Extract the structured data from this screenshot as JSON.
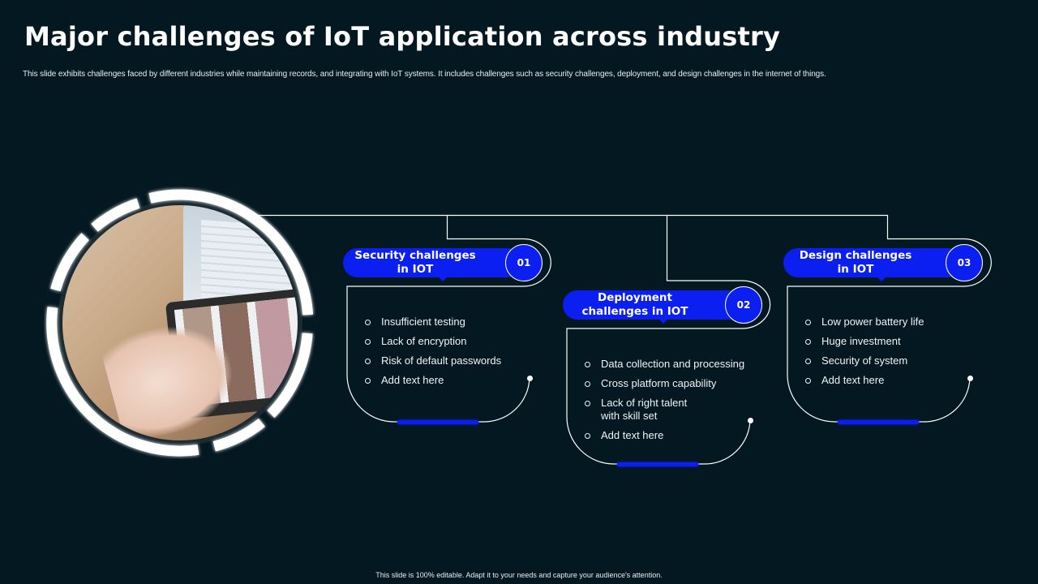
{
  "slide": {
    "title": "Major challenges of IoT application across industry",
    "subtitle": "This slide exhibits challenges faced by different industries while maintaining records, and integrating with IoT systems. It includes challenges such as security challenges, deployment, and design challenges in the internet of things.",
    "footer": "This slide is 100% editable. Adapt it to your needs and capture your audience's attention."
  },
  "colors": {
    "background": "#031821",
    "accent_blue": "#0a1ff0",
    "line": "#ffffff",
    "text": "#ffffff"
  },
  "image": {
    "alt": "hand-touching-tablet-photo",
    "icon": "photo-in-segmented-ring"
  },
  "categories": [
    {
      "number": "01",
      "title_line1": "Security challenges",
      "title_line2": "in IOT",
      "items": [
        "Insufficient  testing",
        "Lack of encryption",
        "Risk of default  passwords",
        "Add text here"
      ]
    },
    {
      "number": "02",
      "title_line1": "Deployment",
      "title_line2": "challenges in IOT",
      "items": [
        "Data collection and processing",
        "Cross platform  capability",
        "Lack of right talent with skill set",
        "Add text here"
      ]
    },
    {
      "number": "03",
      "title_line1": "Design challenges",
      "title_line2": "in IOT",
      "items": [
        "Low  power  battery life",
        "Huge  investment",
        "Security of system",
        "Add text here"
      ]
    }
  ]
}
